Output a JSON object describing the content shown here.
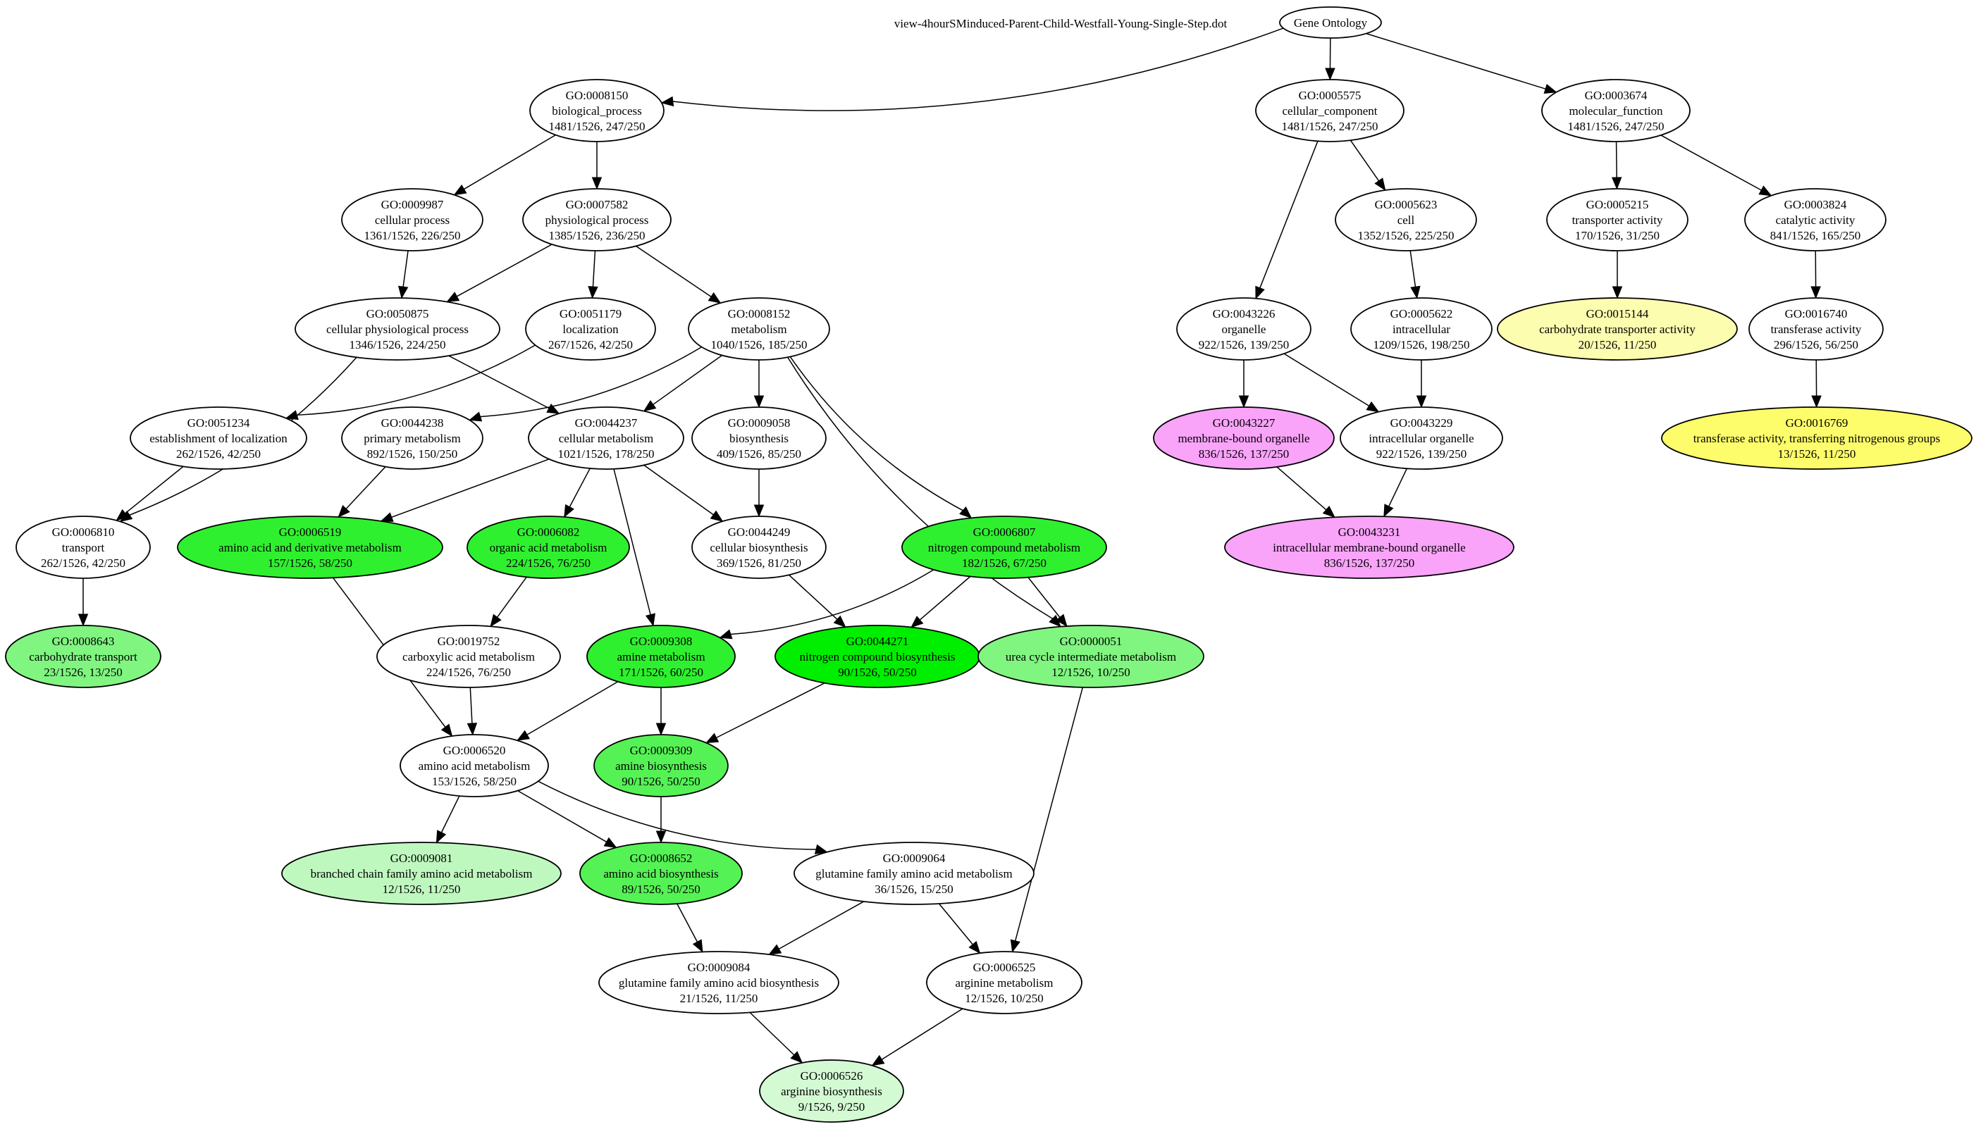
{
  "graph_title": "view-4hourSMinduced-Parent-Child-Westfall-Young-Single-Step.dot",
  "colors": {
    "white": "#ffffff",
    "green_bright": "#00ee00",
    "green_strong": "#2ff02f",
    "green_medium": "#55f255",
    "green_light": "#80f580",
    "green_pale": "#bff8bf",
    "green_palest": "#d4fad4",
    "pink": "#f9a3f9",
    "yellow_pale": "#fdfdaf",
    "yellow": "#fdfd6b"
  },
  "nodes": {
    "root": {
      "lines": [
        "Gene Ontology"
      ],
      "color": "white"
    },
    "go8150": {
      "lines": [
        "GO:0008150",
        "biological_process",
        "1481/1526, 247/250"
      ],
      "color": "white"
    },
    "go5575": {
      "lines": [
        "GO:0005575",
        "cellular_component",
        "1481/1526, 247/250"
      ],
      "color": "white"
    },
    "go3674": {
      "lines": [
        "GO:0003674",
        "molecular_function",
        "1481/1526, 247/250"
      ],
      "color": "white"
    },
    "go9987": {
      "lines": [
        "GO:0009987",
        "cellular process",
        "1361/1526, 226/250"
      ],
      "color": "white"
    },
    "go7582": {
      "lines": [
        "GO:0007582",
        "physiological process",
        "1385/1526, 236/250"
      ],
      "color": "white"
    },
    "go5623": {
      "lines": [
        "GO:0005623",
        "cell",
        "1352/1526, 225/250"
      ],
      "color": "white"
    },
    "go5215": {
      "lines": [
        "GO:0005215",
        "transporter activity",
        "170/1526, 31/250"
      ],
      "color": "white"
    },
    "go3824": {
      "lines": [
        "GO:0003824",
        "catalytic activity",
        "841/1526, 165/250"
      ],
      "color": "white"
    },
    "go50875": {
      "lines": [
        "GO:0050875",
        "cellular physiological process",
        "1346/1526, 224/250"
      ],
      "color": "white"
    },
    "go51179": {
      "lines": [
        "GO:0051179",
        "localization",
        "267/1526, 42/250"
      ],
      "color": "white"
    },
    "go8152": {
      "lines": [
        "GO:0008152",
        "metabolism",
        "1040/1526, 185/250"
      ],
      "color": "white"
    },
    "go43226": {
      "lines": [
        "GO:0043226",
        "organelle",
        "922/1526, 139/250"
      ],
      "color": "white"
    },
    "go5622": {
      "lines": [
        "GO:0005622",
        "intracellular",
        "1209/1526, 198/250"
      ],
      "color": "white"
    },
    "go15144": {
      "lines": [
        "GO:0015144",
        "carbohydrate transporter activity",
        "20/1526, 11/250"
      ],
      "color": "yellow_pale"
    },
    "go16740": {
      "lines": [
        "GO:0016740",
        "transferase activity",
        "296/1526, 56/250"
      ],
      "color": "white"
    },
    "go51234": {
      "lines": [
        "GO:0051234",
        "establishment of localization",
        "262/1526, 42/250"
      ],
      "color": "white"
    },
    "go44238": {
      "lines": [
        "GO:0044238",
        "primary metabolism",
        "892/1526, 150/250"
      ],
      "color": "white"
    },
    "go44237": {
      "lines": [
        "GO:0044237",
        "cellular metabolism",
        "1021/1526, 178/250"
      ],
      "color": "white"
    },
    "go9058": {
      "lines": [
        "GO:0009058",
        "biosynthesis",
        "409/1526, 85/250"
      ],
      "color": "white"
    },
    "go43227": {
      "lines": [
        "GO:0043227",
        "membrane-bound organelle",
        "836/1526, 137/250"
      ],
      "color": "pink"
    },
    "go43229": {
      "lines": [
        "GO:0043229",
        "intracellular organelle",
        "922/1526, 139/250"
      ],
      "color": "white"
    },
    "go16769": {
      "lines": [
        "GO:0016769",
        "transferase activity, transferring nitrogenous groups",
        "13/1526, 11/250"
      ],
      "color": "yellow"
    },
    "go6810": {
      "lines": [
        "GO:0006810",
        "transport",
        "262/1526, 42/250"
      ],
      "color": "white"
    },
    "go6519": {
      "lines": [
        "GO:0006519",
        "amino acid and derivative metabolism",
        "157/1526, 58/250"
      ],
      "color": "green_strong"
    },
    "go6082": {
      "lines": [
        "GO:0006082",
        "organic acid metabolism",
        "224/1526, 76/250"
      ],
      "color": "green_strong"
    },
    "go44249": {
      "lines": [
        "GO:0044249",
        "cellular biosynthesis",
        "369/1526, 81/250"
      ],
      "color": "white"
    },
    "go6807": {
      "lines": [
        "GO:0006807",
        "nitrogen compound metabolism",
        "182/1526, 67/250"
      ],
      "color": "green_strong"
    },
    "go43231": {
      "lines": [
        "GO:0043231",
        "intracellular membrane-bound organelle",
        "836/1526, 137/250"
      ],
      "color": "pink"
    },
    "go8643": {
      "lines": [
        "GO:0008643",
        "carbohydrate transport",
        "23/1526, 13/250"
      ],
      "color": "green_light"
    },
    "go19752": {
      "lines": [
        "GO:0019752",
        "carboxylic acid metabolism",
        "224/1526, 76/250"
      ],
      "color": "white"
    },
    "go9308": {
      "lines": [
        "GO:0009308",
        "amine metabolism",
        "171/1526, 60/250"
      ],
      "color": "green_strong"
    },
    "go44271": {
      "lines": [
        "GO:0044271",
        "nitrogen compound biosynthesis",
        "90/1526, 50/250"
      ],
      "color": "green_bright"
    },
    "go51": {
      "lines": [
        "GO:0000051",
        "urea cycle intermediate metabolism",
        "12/1526, 10/250"
      ],
      "color": "green_light"
    },
    "go6520": {
      "lines": [
        "GO:0006520",
        "amino acid metabolism",
        "153/1526, 58/250"
      ],
      "color": "white"
    },
    "go9309": {
      "lines": [
        "GO:0009309",
        "amine biosynthesis",
        "90/1526, 50/250"
      ],
      "color": "green_medium"
    },
    "go9081": {
      "lines": [
        "GO:0009081",
        "branched chain family amino acid metabolism",
        "12/1526, 11/250"
      ],
      "color": "green_pale"
    },
    "go8652": {
      "lines": [
        "GO:0008652",
        "amino acid biosynthesis",
        "89/1526, 50/250"
      ],
      "color": "green_medium"
    },
    "go9064": {
      "lines": [
        "GO:0009064",
        "glutamine family amino acid metabolism",
        "36/1526, 15/250"
      ],
      "color": "white"
    },
    "go9084": {
      "lines": [
        "GO:0009084",
        "glutamine family amino acid biosynthesis",
        "21/1526, 11/250"
      ],
      "color": "white"
    },
    "go6525": {
      "lines": [
        "GO:0006525",
        "arginine metabolism",
        "12/1526, 10/250"
      ],
      "color": "white"
    },
    "go6526": {
      "lines": [
        "GO:0006526",
        "arginine biosynthesis",
        "9/1526, 9/250"
      ],
      "color": "green_palest"
    }
  },
  "edges": [
    [
      "root",
      "go8150"
    ],
    [
      "root",
      "go5575"
    ],
    [
      "root",
      "go3674"
    ],
    [
      "go8150",
      "go9987"
    ],
    [
      "go8150",
      "go7582"
    ],
    [
      "go5575",
      "go5623"
    ],
    [
      "go5575",
      "go43226"
    ],
    [
      "go3674",
      "go5215"
    ],
    [
      "go3674",
      "go3824"
    ],
    [
      "go9987",
      "go50875"
    ],
    [
      "go7582",
      "go50875"
    ],
    [
      "go7582",
      "go51179"
    ],
    [
      "go7582",
      "go8152"
    ],
    [
      "go5623",
      "go5622"
    ],
    [
      "go5215",
      "go15144"
    ],
    [
      "go3824",
      "go16740"
    ],
    [
      "go50875",
      "go6810"
    ],
    [
      "go50875",
      "go44237"
    ],
    [
      "go51179",
      "go51234"
    ],
    [
      "go8152",
      "go44238"
    ],
    [
      "go8152",
      "go44237"
    ],
    [
      "go8152",
      "go9058"
    ],
    [
      "go8152",
      "go6807"
    ],
    [
      "go8152",
      "go51"
    ],
    [
      "go43226",
      "go43227"
    ],
    [
      "go43226",
      "go43229"
    ],
    [
      "go5622",
      "go43229"
    ],
    [
      "go16740",
      "go16769"
    ],
    [
      "go51234",
      "go6810"
    ],
    [
      "go44238",
      "go6519"
    ],
    [
      "go44237",
      "go6519"
    ],
    [
      "go44237",
      "go6082"
    ],
    [
      "go44237",
      "go44249"
    ],
    [
      "go44237",
      "go9308"
    ],
    [
      "go9058",
      "go44249"
    ],
    [
      "go43227",
      "go43231"
    ],
    [
      "go43229",
      "go43231"
    ],
    [
      "go6810",
      "go8643"
    ],
    [
      "go6519",
      "go6520"
    ],
    [
      "go6082",
      "go19752"
    ],
    [
      "go44249",
      "go44271"
    ],
    [
      "go6807",
      "go9308"
    ],
    [
      "go6807",
      "go44271"
    ],
    [
      "go6807",
      "go51"
    ],
    [
      "go19752",
      "go6520"
    ],
    [
      "go9308",
      "go6520"
    ],
    [
      "go9308",
      "go9309"
    ],
    [
      "go44271",
      "go9309"
    ],
    [
      "go51",
      "go6525"
    ],
    [
      "go6520",
      "go9081"
    ],
    [
      "go6520",
      "go8652"
    ],
    [
      "go6520",
      "go9064"
    ],
    [
      "go9309",
      "go8652"
    ],
    [
      "go8652",
      "go9084"
    ],
    [
      "go9064",
      "go9084"
    ],
    [
      "go9064",
      "go6525"
    ],
    [
      "go9084",
      "go6526"
    ],
    [
      "go6525",
      "go6526"
    ]
  ]
}
